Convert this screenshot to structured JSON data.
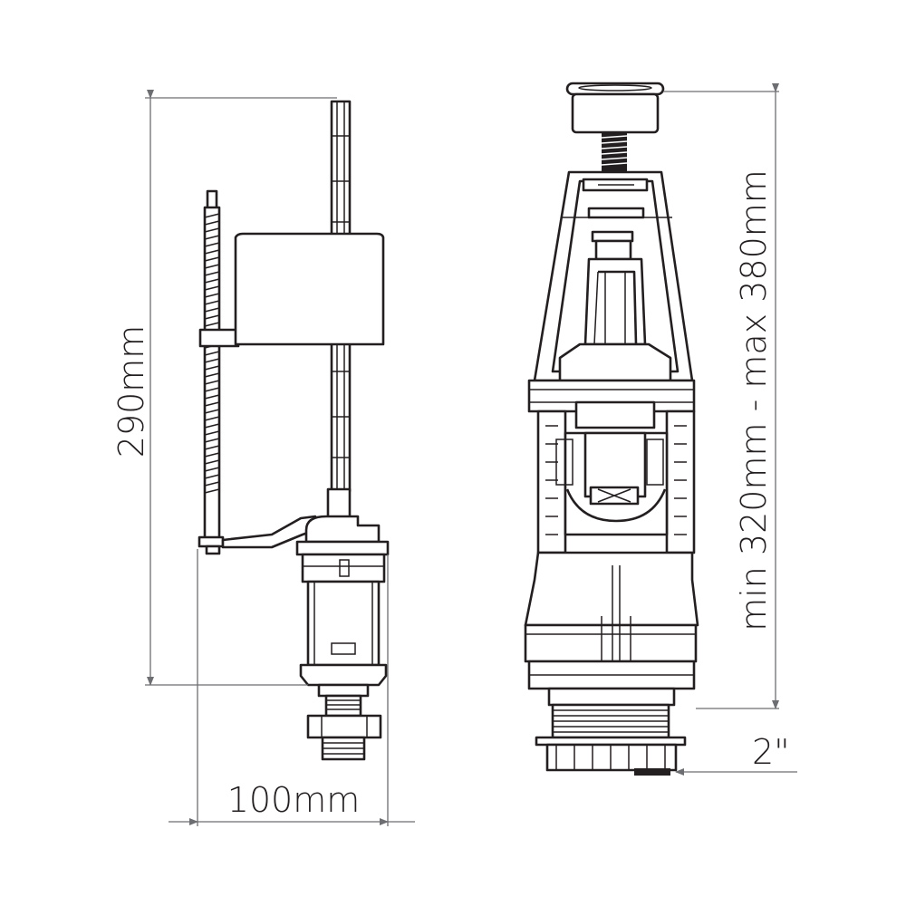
{
  "dimensions": {
    "fill_valve_height": "290mm",
    "fill_valve_width": "100mm",
    "flush_valve_height": "min 320mm - max 380mm",
    "flush_valve_outlet": "2\""
  },
  "colors": {
    "line": "#231f20",
    "dimension_line": "#6d6e71",
    "background": "#ffffff"
  }
}
